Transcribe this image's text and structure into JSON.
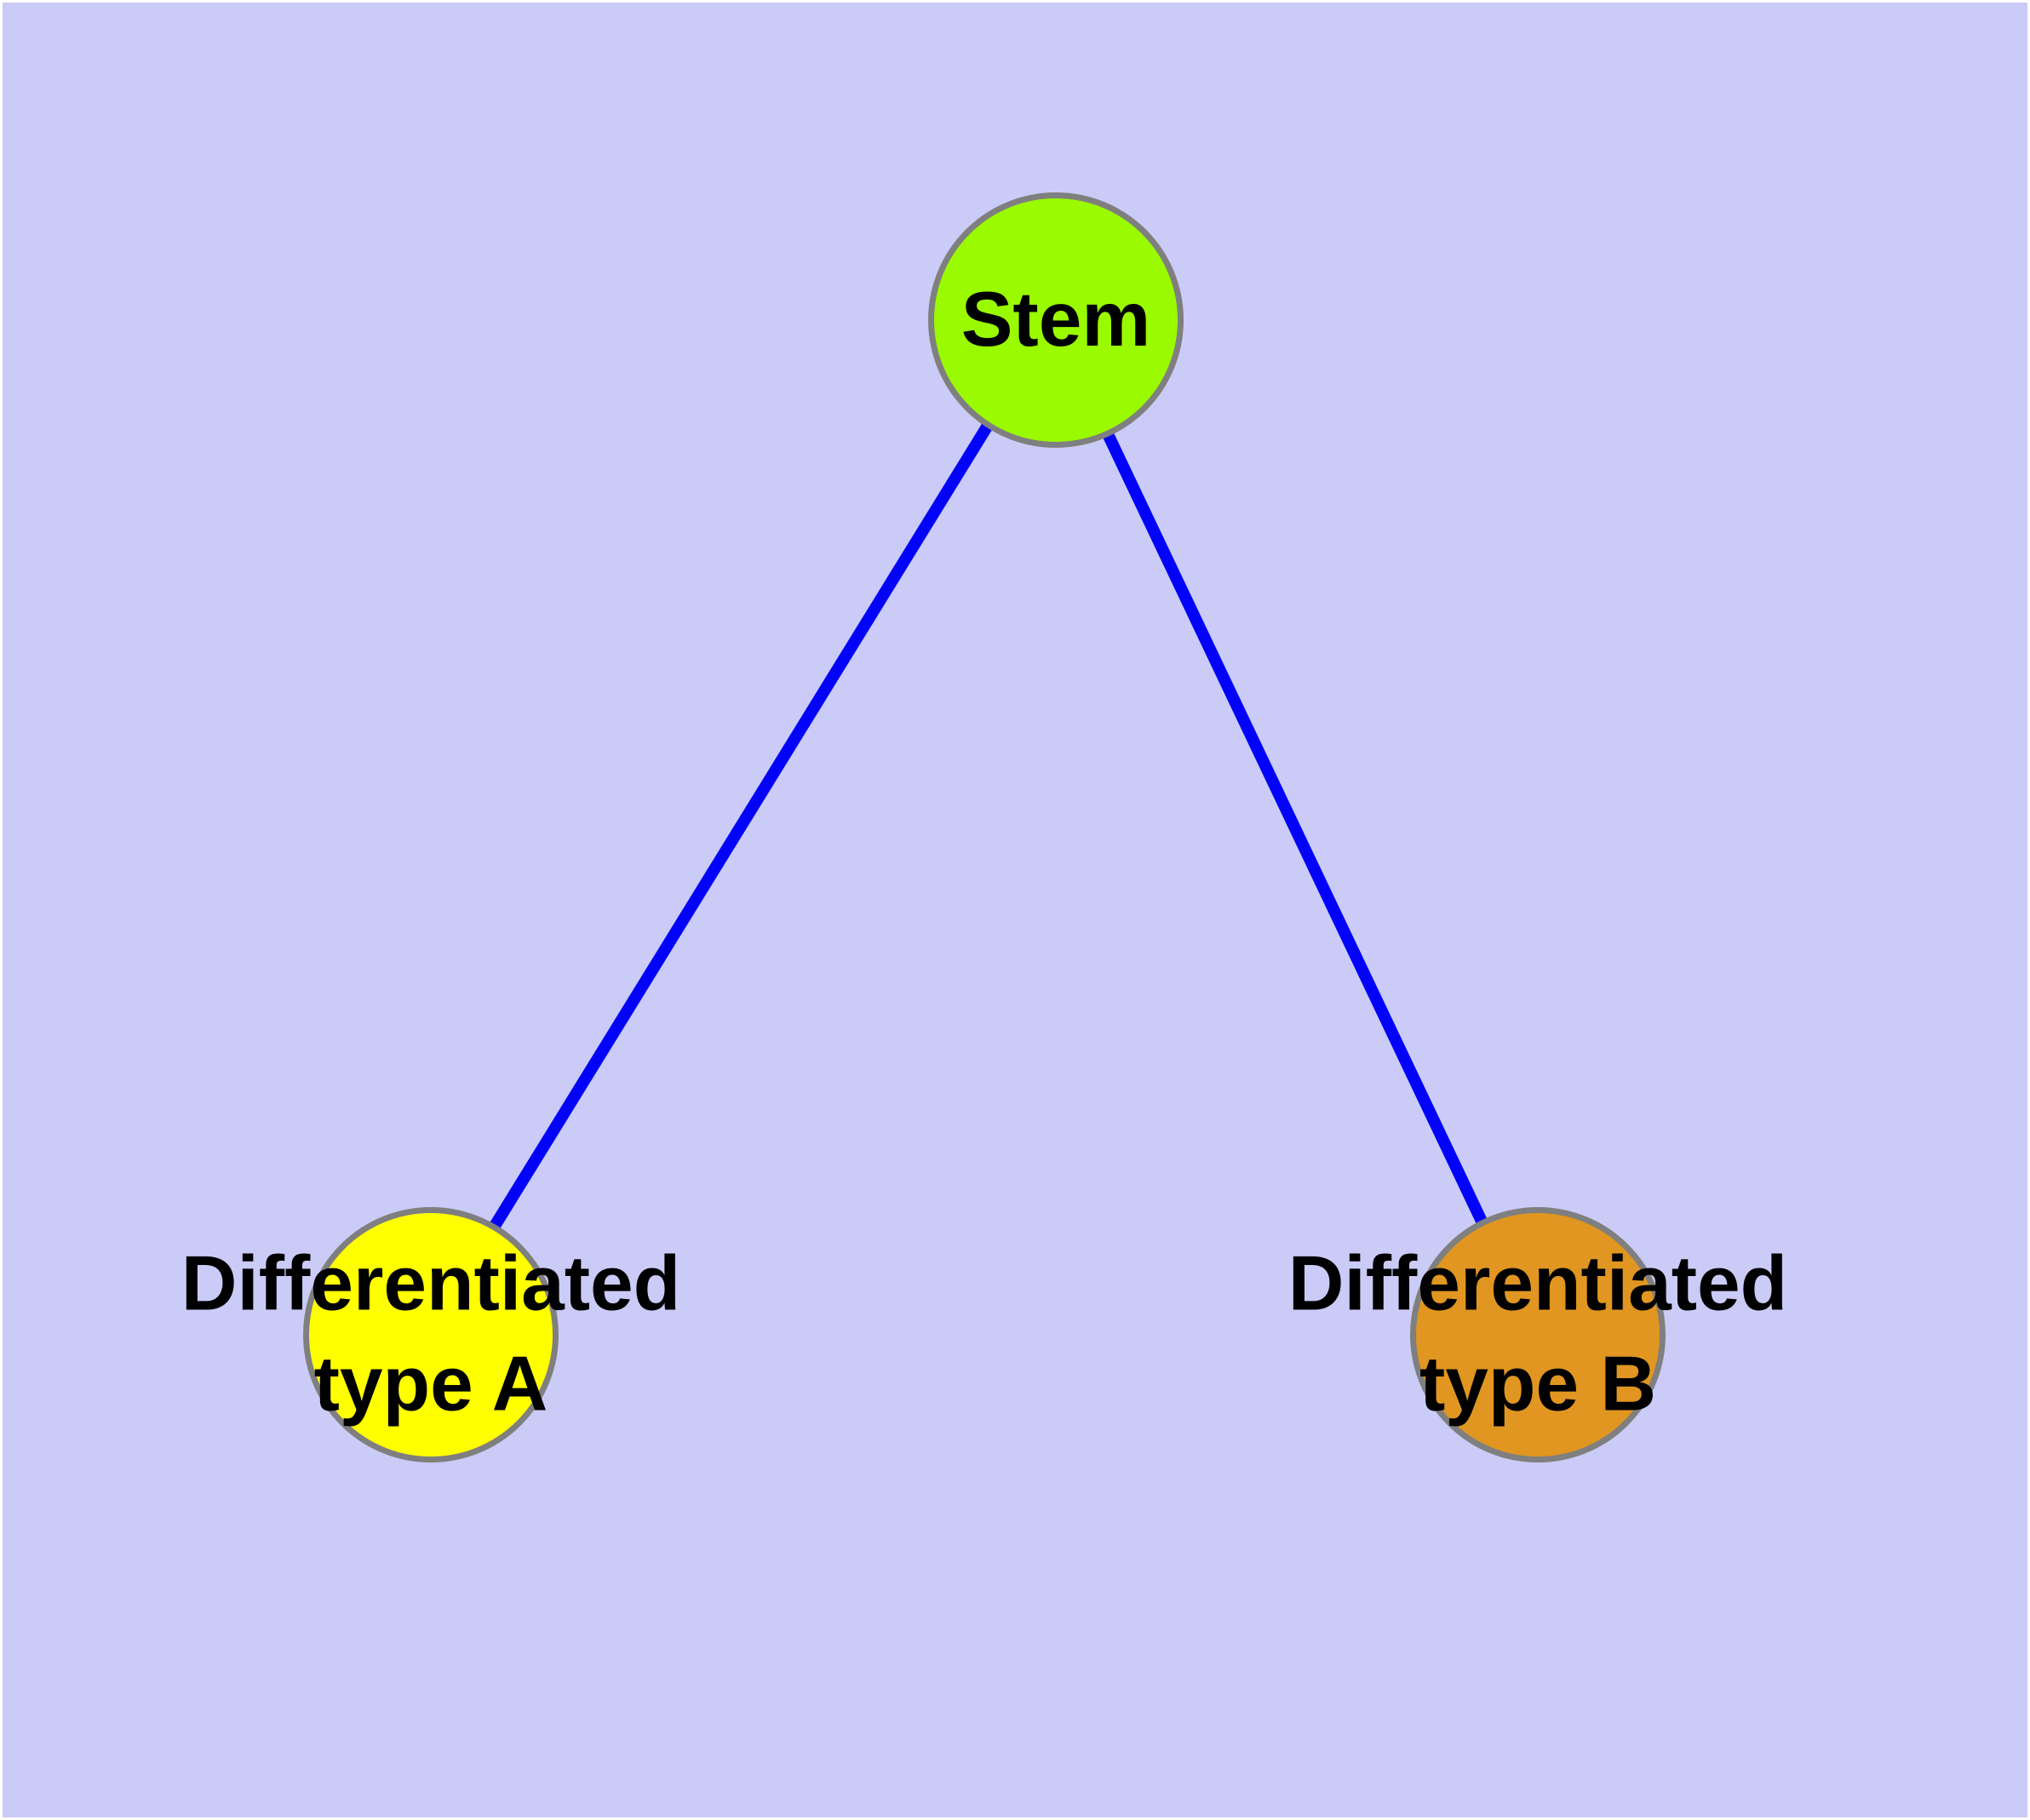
{
  "diagram": {
    "background_color": "#CBCBF7",
    "edge_color": "#0202FA",
    "node_border_color": "#7F7F7F",
    "text_color": "#000000",
    "nodes": {
      "stem": {
        "label": "Stem",
        "fill": "#9AFA00"
      },
      "type_a": {
        "label": "Differentiated\ntype A",
        "fill": "#FFFF00"
      },
      "type_b": {
        "label": "Differentiated\ntype B",
        "fill": "#E09620"
      }
    },
    "edges": [
      {
        "from": "Stem",
        "to": "Differentiated type A"
      },
      {
        "from": "Stem",
        "to": "Differentiated type B"
      }
    ]
  }
}
